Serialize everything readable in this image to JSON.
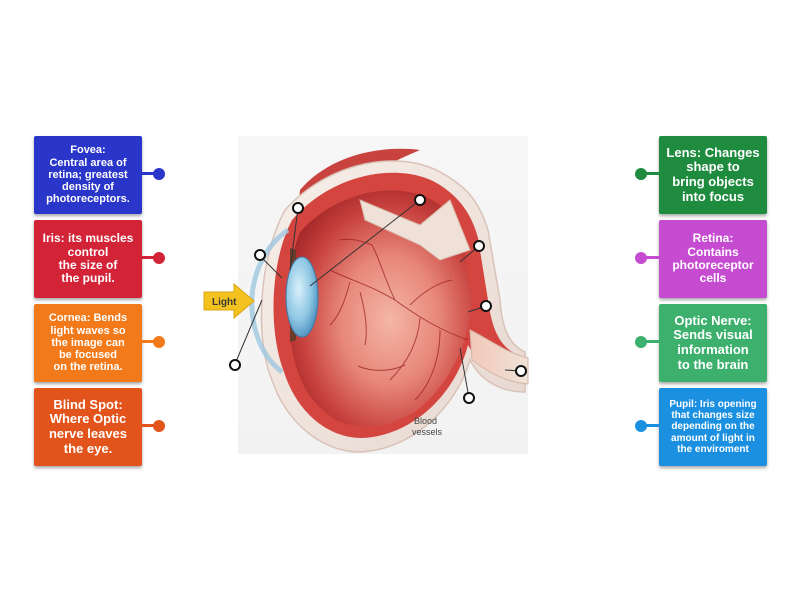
{
  "diagram": {
    "arrow_label": "Light",
    "blood_vessels_label_line1": "Blood",
    "blood_vessels_label_line2": "vessels"
  },
  "left_cards": [
    {
      "text": "Fovea:\nCentral area of\nretina; greatest\ndensity of\nphotoreceptors.",
      "color": "#2a35c9",
      "handle_color": "#2a35c9"
    },
    {
      "text": "Iris: its muscles\ncontrol\nthe size of\nthe pupil.",
      "color": "#d32336",
      "handle_color": "#d32336"
    },
    {
      "text": "Cornea: Bends\nlight waves so\nthe image can\nbe focused\non the retina.",
      "color": "#f27a1a",
      "handle_color": "#f27a1a"
    },
    {
      "text": "Blind Spot:\nWhere Optic\nnerve leaves\nthe eye.",
      "color": "#e2541b",
      "handle_color": "#e2541b"
    }
  ],
  "right_cards": [
    {
      "text": "Lens: Changes\nshape to\nbring objects\ninto focus",
      "color": "#1f8b3f",
      "handle_color": "#1f8b3f"
    },
    {
      "text": "Retina:\nContains\nphotoreceptor\ncells",
      "color": "#c54cd1",
      "handle_color": "#c54cd1"
    },
    {
      "text": "Optic Nerve:\nSends visual\ninformation\nto the brain",
      "color": "#3db06e",
      "handle_color": "#3db06e"
    },
    {
      "text": "Pupil: Iris opening\nthat changes size\ndepending on the\namount of light in\nthe enviroment",
      "color": "#1b90e0",
      "handle_color": "#1b90e0"
    }
  ]
}
